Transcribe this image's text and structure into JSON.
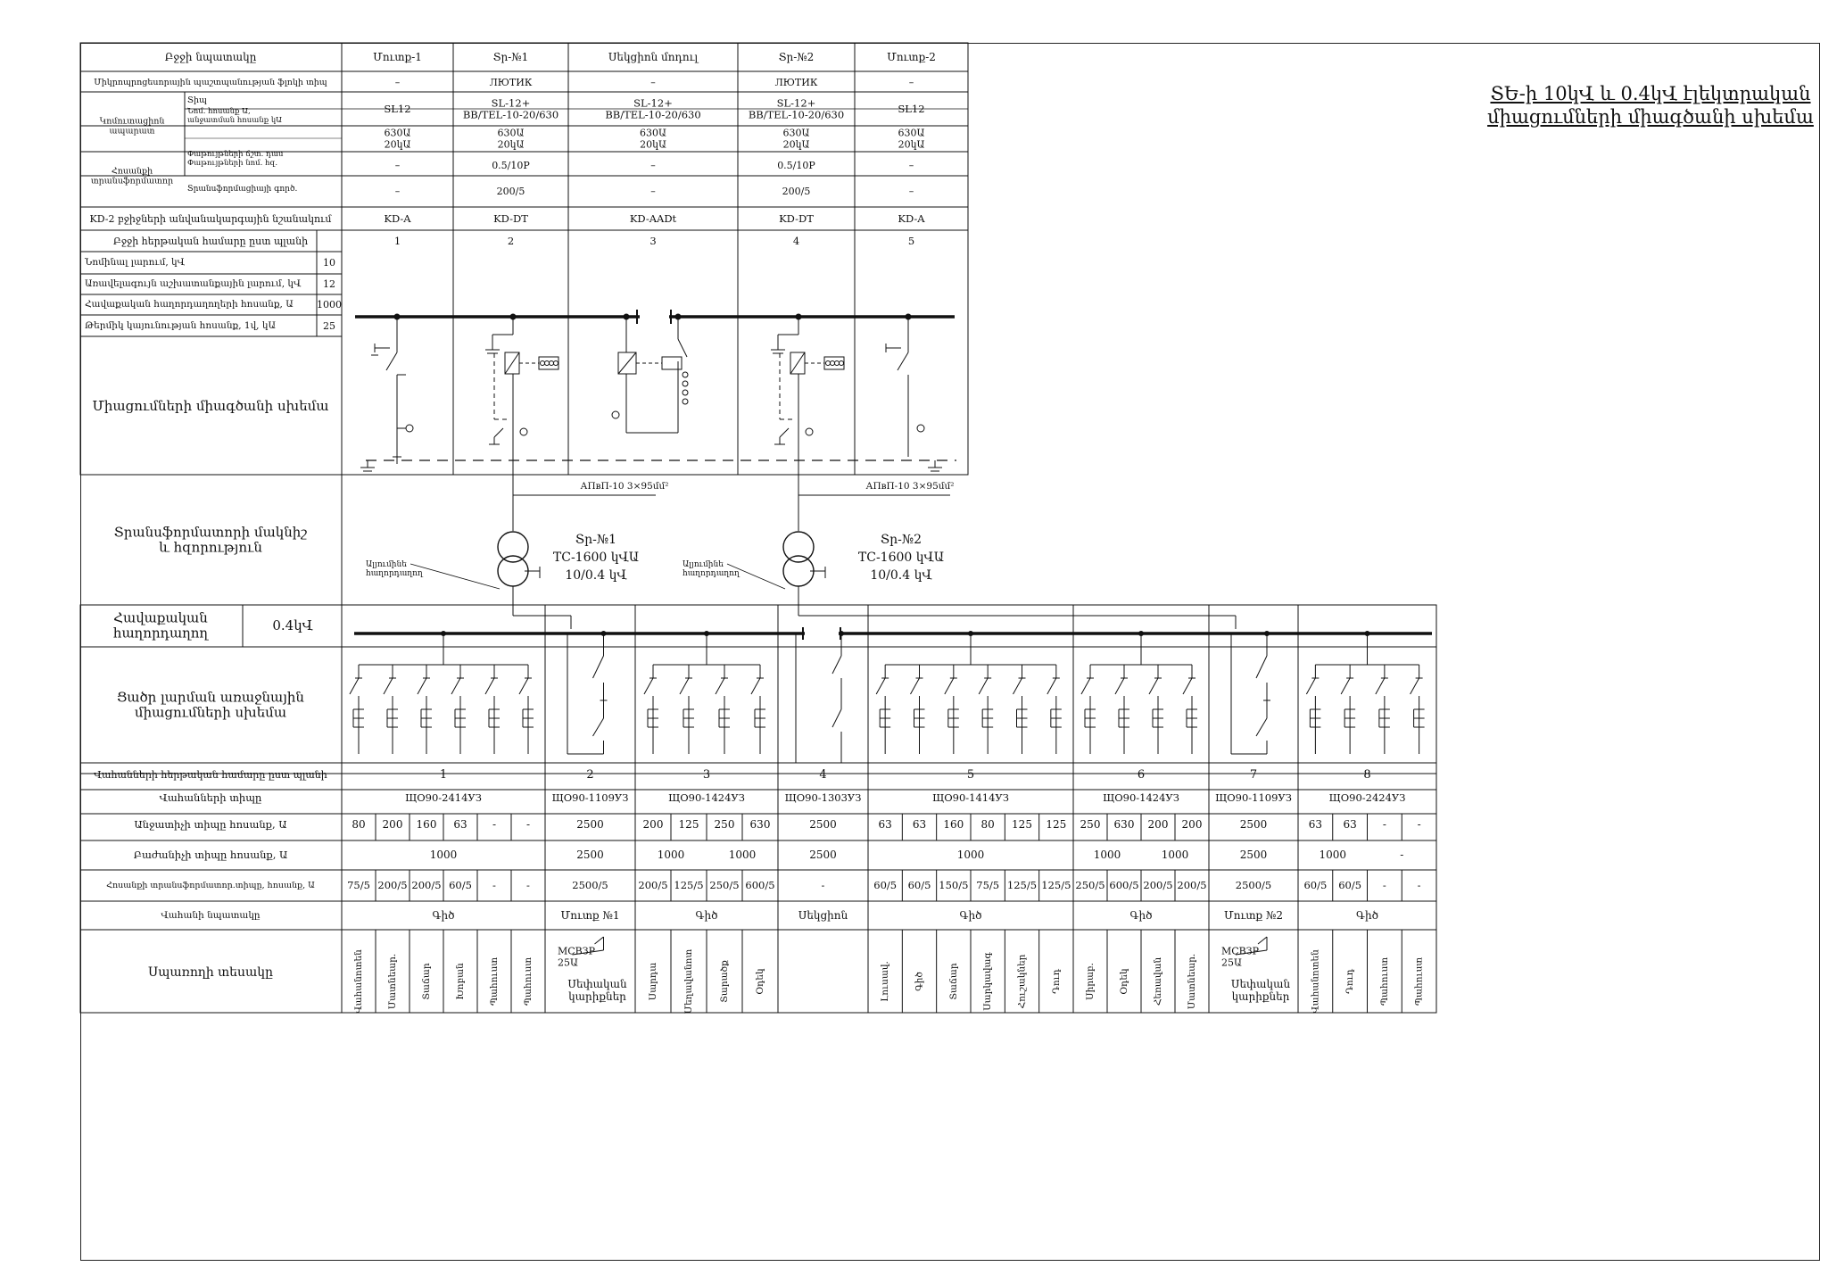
{
  "sheet": {
    "title_line1": "ՏԵ-ի 10կՎ և 0.4կՎ էլեկտրական",
    "title_line2": "միացումների միագծանի սխեմա"
  },
  "hv_table": {
    "header_label": "Բջջի նպատակը",
    "columns": [
      {
        "name": "Մուտք-1",
        "switch_type": "–",
        "type": "SL12",
        "rating": "630Ա\n20կԱ",
        "ct_class": "–",
        "ct_ratio": "–",
        "kd": "KD-A",
        "index": "1"
      },
      {
        "name": "Տր-№1",
        "switch_type": "ЛЮТИК",
        "type": "SL-12+\nBB/TEL-10-20/630",
        "rating": "630Ա\n20կԱ",
        "ct_class": "0.5/10P",
        "ct_ratio": "200/5",
        "kd": "KD-DT",
        "index": "2"
      },
      {
        "name": "Սեկցիոն մոդուլ",
        "switch_type": "–",
        "type": "SL-12+\nBB/TEL-10-20/630",
        "rating": "630Ա\n20կԱ",
        "ct_class": "–",
        "ct_ratio": "–",
        "kd": "KD-AADt",
        "index": "3"
      },
      {
        "name": "Տր-№2",
        "switch_type": "ЛЮТИК",
        "type": "SL-12+\nBB/TEL-10-20/630",
        "rating": "630Ա\n20կԱ",
        "ct_class": "0.5/10P",
        "ct_ratio": "200/5",
        "kd": "KD-DT",
        "index": "4"
      },
      {
        "name": "Մուտք-2",
        "switch_type": "–",
        "type": "SL12",
        "rating": "630Ա\n20կԱ",
        "ct_class": "–",
        "ct_ratio": "–",
        "kd": "KD-A",
        "index": "5"
      }
    ],
    "row_labels": {
      "switch_type": "Միկրոպրոցեսորային պաշտպանության ֆլոկի տիպ",
      "switching_group": "Կոմուտացիոն\nապարատ",
      "type": "Տիպ",
      "rating": "Նոմ. հոսանք Ա,\nանջատման հոսանք կԱ",
      "ct_group": "Հոսանքի\nտրանսֆորմատոր",
      "ct_class": "Փաթույթների ճշտ. դաս\nՓաթույթների նոմ. hզ.",
      "ct_ratio": "Տրանսֆորմացիայի գործ.",
      "kd": "KD-2 բջիջների անվանակարգային նշանակում",
      "index": "Բջջի հերթական համարը ըստ պլանի"
    },
    "params": [
      {
        "label": "Նոմինալ լարում, կՎ",
        "value": "10"
      },
      {
        "label": "Առավելագույն աշխատանքային լարում, կՎ",
        "value": "12"
      },
      {
        "label": "Հավաքական հաղորդաղողերի հոսանք, Ա",
        "value": "1000"
      },
      {
        "label": "Թերմիկ կայունության հոսանք, 1վ, կԱ",
        "value": "25"
      }
    ],
    "scheme_label": "Միացումների միագծանի սխեմա"
  },
  "transformer_section": {
    "label_line1": "Տրանսֆորմատորի մակնիշ",
    "label_line2": "և հզորություն",
    "cable1": "АПвП-10 3×95մմ²",
    "cable2": "АПвП-10 3×95մմ²",
    "tr1": {
      "name": "Տր-№1",
      "model": "ТС-1600 կՎԱ",
      "ratio": "10/0.4 կՎ"
    },
    "tr2": {
      "name": "Տր-№2",
      "model": "ТС-1600 կՎԱ",
      "ratio": "10/0.4 կՎ"
    },
    "neutral1_line1": "Ալյումինե",
    "neutral1_line2": "հաղորդաղող",
    "neutral2_line1": "Ալյումինե",
    "neutral2_line2": "հաղորդաղող"
  },
  "lv_table": {
    "busbar_label_line1": "Հավաքական",
    "busbar_label_line2": "հաղորդաղող",
    "voltage": "0.4կՎ",
    "scheme_label_line1": "Ցածր լարման առաջնային",
    "scheme_label_line2": "միացումների սխեմա",
    "row_labels": {
      "panel_no": "Վահանների հերթական համարը ըստ պլանի",
      "panel_type": "Վահանների տիպը",
      "breaker_current": "Անջատիչի տիպը հոսանք, Ա",
      "disconnector_current": "Բաժանիչի տիպը հոսանք, Ա",
      "ct_ratio": "Հոսանքի տրանսֆորմատոր.տիպը, հոսանք, Ա",
      "purpose": "Վահանի նպատակը",
      "consumer": "Սպառողի տեսակը"
    },
    "panels": [
      {
        "no": "1",
        "type": "ЩО90-2414УЗ",
        "breakers": [
          "80",
          "200",
          "160",
          "63",
          "-",
          "-"
        ],
        "disc": [
          "1000"
        ],
        "ct": [
          "75/5",
          "200/5",
          "200/5",
          "60/5",
          "-",
          "-"
        ],
        "purpose": "Գիծ",
        "consumers": [
          "Վահանոտեն",
          "Մատնեար.",
          "Տաճար",
          "Խոբան",
          "Պահուստ",
          "Պահուստ"
        ]
      },
      {
        "no": "2",
        "type": "ЩО90-1109УЗ",
        "breakers": [
          "2500"
        ],
        "disc": [
          "2500"
        ],
        "ct": [
          "2500/5"
        ],
        "purpose": "Մուտք №1",
        "mcb": "МСВЗР\n25Ա",
        "aux": "Սեփական\nկարիքներ"
      },
      {
        "no": "3",
        "type": "ЩО90-1424УЗ",
        "breakers": [
          "200",
          "125",
          "250",
          "630"
        ],
        "disc": [
          "1000",
          "1000"
        ],
        "ct": [
          "200/5",
          "125/5",
          "250/5",
          "600/5"
        ],
        "purpose": "Գիծ",
        "consumers": [
          "Սարդա",
          "Մեղավանոտ",
          "Տարածք",
          "Օդեկ"
        ]
      },
      {
        "no": "4",
        "type": "ЩО90-1303УЗ",
        "breakers": [
          "2500"
        ],
        "disc": [
          "2500"
        ],
        "ct": [
          "-"
        ],
        "purpose": "Սեկցիոն"
      },
      {
        "no": "5",
        "type": "ЩО90-1414УЗ",
        "breakers": [
          "63",
          "63",
          "160",
          "80",
          "125",
          "125"
        ],
        "disc": [
          "1000"
        ],
        "ct": [
          "60/5",
          "60/5",
          "150/5",
          "75/5",
          "125/5",
          "125/5"
        ],
        "purpose": "Գիծ",
        "consumers": [
          "Լուսավ.",
          "Գիծ",
          "Տաճար",
          "Սարկավագ",
          "Հուշակներ",
          "Դուդ"
        ]
      },
      {
        "no": "6",
        "type": "ЩО90-1424УЗ",
        "breakers": [
          "250",
          "630",
          "200",
          "200"
        ],
        "disc": [
          "1000",
          "1000"
        ],
        "ct": [
          "250/5",
          "600/5",
          "200/5",
          "200/5"
        ],
        "purpose": "Գիծ",
        "consumers": [
          "Սիրաբ.",
          "Օդեկ",
          "Հեռավան",
          "Մատնեար."
        ]
      },
      {
        "no": "7",
        "type": "ЩО90-1109УЗ",
        "breakers": [
          "2500"
        ],
        "disc": [
          "2500"
        ],
        "ct": [
          "2500/5"
        ],
        "purpose": "Մուտք №2",
        "mcb": "МСВЗР\n25Ա",
        "aux": "Սեփական\nկարիքներ"
      },
      {
        "no": "8",
        "type": "ЩО90-2424УЗ",
        "breakers": [
          "63",
          "63",
          "-",
          "-"
        ],
        "disc": [
          "1000",
          "-"
        ],
        "ct": [
          "60/5",
          "60/5",
          "-",
          "-"
        ],
        "purpose": "Գիծ",
        "consumers": [
          "Վահանոտեն",
          "Դուդ",
          "Պահուստ",
          "Պահուստ"
        ]
      }
    ]
  }
}
